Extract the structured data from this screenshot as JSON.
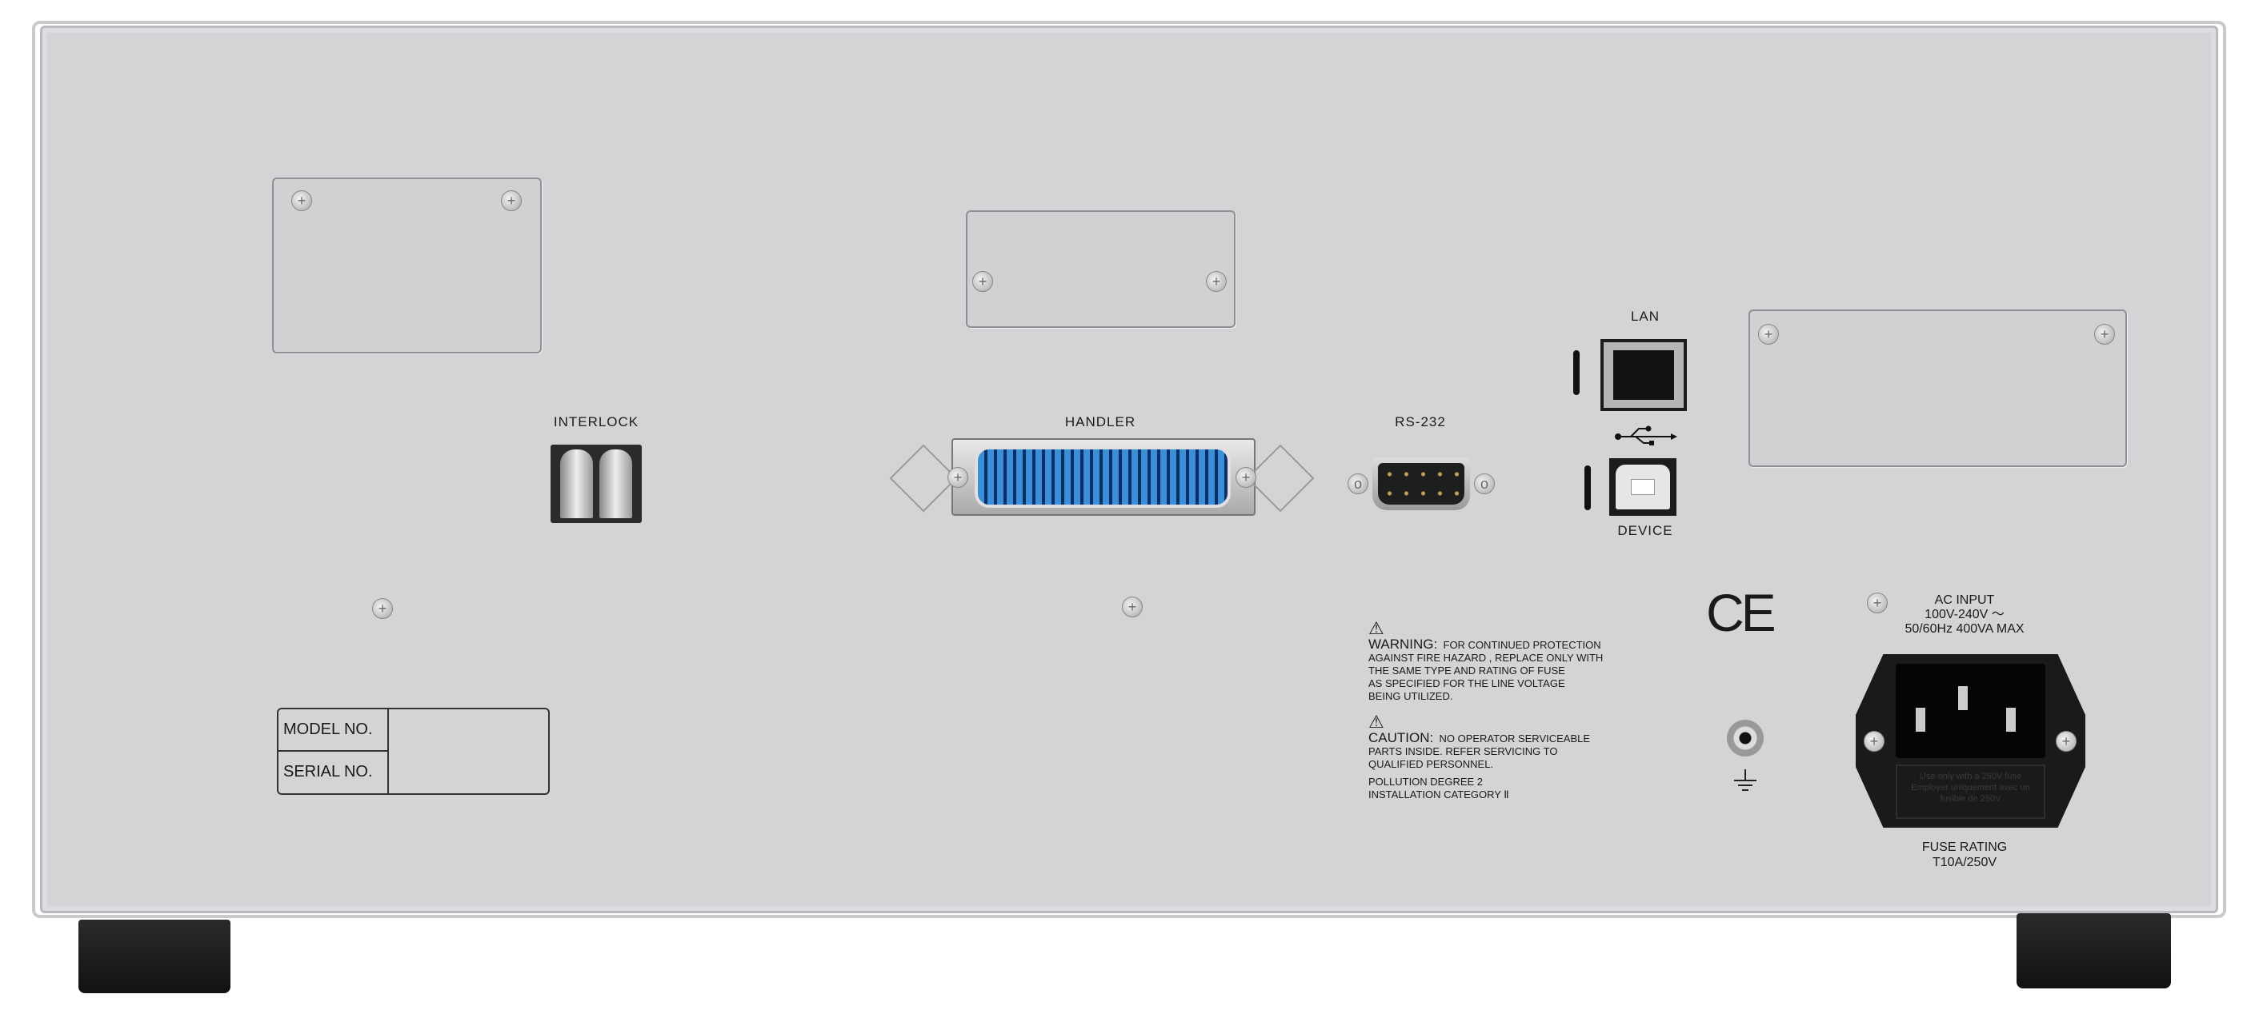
{
  "ports": {
    "interlock": "INTERLOCK",
    "handler": "HANDLER",
    "rs232": "RS-232",
    "lan": "LAN",
    "device": "DEVICE"
  },
  "label_plate": {
    "model": "MODEL NO.",
    "serial": "SERIAL NO."
  },
  "warning": {
    "title": "WARNING:",
    "line1": "FOR CONTINUED PROTECTION",
    "line2": "AGAINST FIRE HAZARD , REPLACE ONLY WITH",
    "line3": "THE SAME TYPE AND RATING OF FUSE",
    "line4": "AS SPECIFIED FOR THE LINE VOLTAGE",
    "line5": "BEING UTILIZED."
  },
  "caution": {
    "title": "CAUTION:",
    "line1": "NO OPERATOR SERVICEABLE",
    "line2": "PARTS INSIDE. REFER SERVICING TO",
    "line3": "QUALIFIED PERSONNEL."
  },
  "ratings": {
    "pollution": "POLLUTION DEGREE 2",
    "installation": "INSTALLATION CATEGORY Ⅱ"
  },
  "ce_mark": "CE",
  "ac_input": {
    "title": "AC INPUT",
    "voltage": "100V-240V ～",
    "freq": "50/60Hz 400VA MAX"
  },
  "fuse": {
    "title": "FUSE RATING",
    "value": "T10A/250V",
    "module_text1": "Use only with a 250V fuse",
    "module_text2": "Employer uniquement avec un fusible de 250V"
  }
}
